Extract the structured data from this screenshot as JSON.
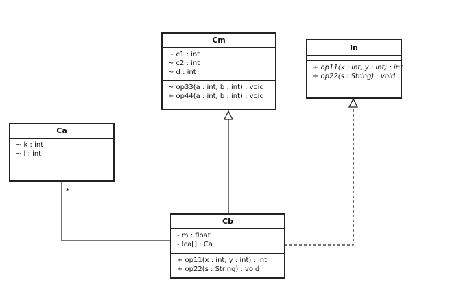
{
  "diagram": {
    "classes": {
      "cm": {
        "name": "Cm",
        "attributes": [
          "~ c1 : int",
          "~ c2 : int",
          "~ d : int"
        ],
        "operations": [
          "~ op33(a : int, b : int) : void",
          "+ op44(a : int, b : int) : void"
        ]
      },
      "in": {
        "name": "In",
        "attributes": [],
        "operations": [
          "+ op11(x : int, y : int) : int",
          "+ op22(s : String) : void"
        ]
      },
      "ca": {
        "name": "Ca",
        "attributes": [
          "~ k : int",
          "~ l : int"
        ],
        "operations": []
      },
      "cb": {
        "name": "Cb",
        "attributes": [
          "- m : float",
          "- lca[] : Ca"
        ],
        "operations": [
          "+ op11(x : int, y : int) : int",
          "+ op22(s : String) : void"
        ]
      }
    },
    "relations": {
      "generalization": {
        "from": "Cb",
        "to": "Cm"
      },
      "realization": {
        "from": "Cb",
        "to": "In"
      },
      "association": {
        "from": "Cb",
        "to": "Ca",
        "multiplicity": "*"
      }
    },
    "colors": {
      "stroke": "#222222",
      "fill": "#ffffff",
      "text": "#111111"
    }
  }
}
